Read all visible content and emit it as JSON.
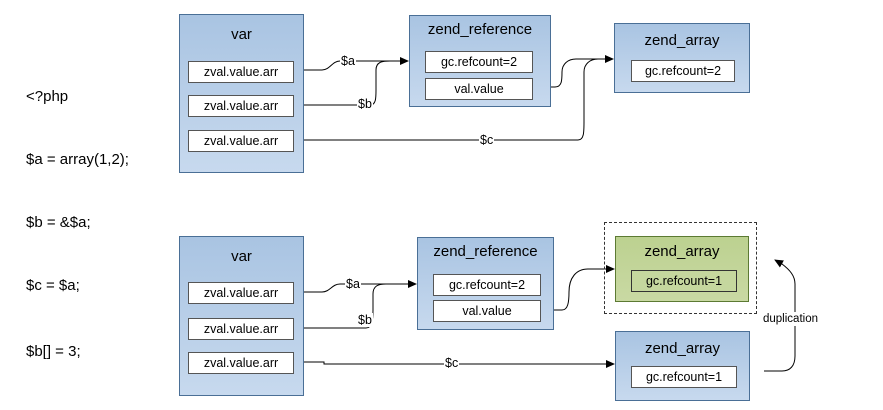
{
  "top": {
    "code": [
      "<?php",
      "$a = array(1,2);",
      "$b = &$a;",
      "$c = $a;"
    ],
    "var": {
      "title": "var",
      "fields": [
        "zval.value.arr",
        "zval.value.arr",
        "zval.value.arr"
      ]
    },
    "ref": {
      "title": "zend_reference",
      "fields": [
        "gc.refcount=2",
        "val.value"
      ]
    },
    "arr": {
      "title": "zend_array",
      "fields": [
        "gc.refcount=2"
      ]
    },
    "labels": {
      "a": "$a",
      "b": "$b",
      "c": "$c"
    }
  },
  "bottom": {
    "code": [
      "$b[] = 3;"
    ],
    "var": {
      "title": "var",
      "fields": [
        "zval.value.arr",
        "zval.value.arr",
        "zval.value.arr"
      ]
    },
    "ref": {
      "title": "zend_reference",
      "fields": [
        "gc.refcount=2",
        "val.value"
      ]
    },
    "arr_new": {
      "title": "zend_array",
      "fields": [
        "gc.refcount=1"
      ]
    },
    "arr_old": {
      "title": "zend_array",
      "fields": [
        "gc.refcount=1"
      ]
    },
    "labels": {
      "a": "$a",
      "b": "$b",
      "c": "$c",
      "dup": "duplication"
    }
  },
  "colors": {
    "box_fill": "#b8cfe8",
    "box_border": "#4a6f96",
    "highlight_fill": "#bcd190",
    "line": "#000000"
  }
}
